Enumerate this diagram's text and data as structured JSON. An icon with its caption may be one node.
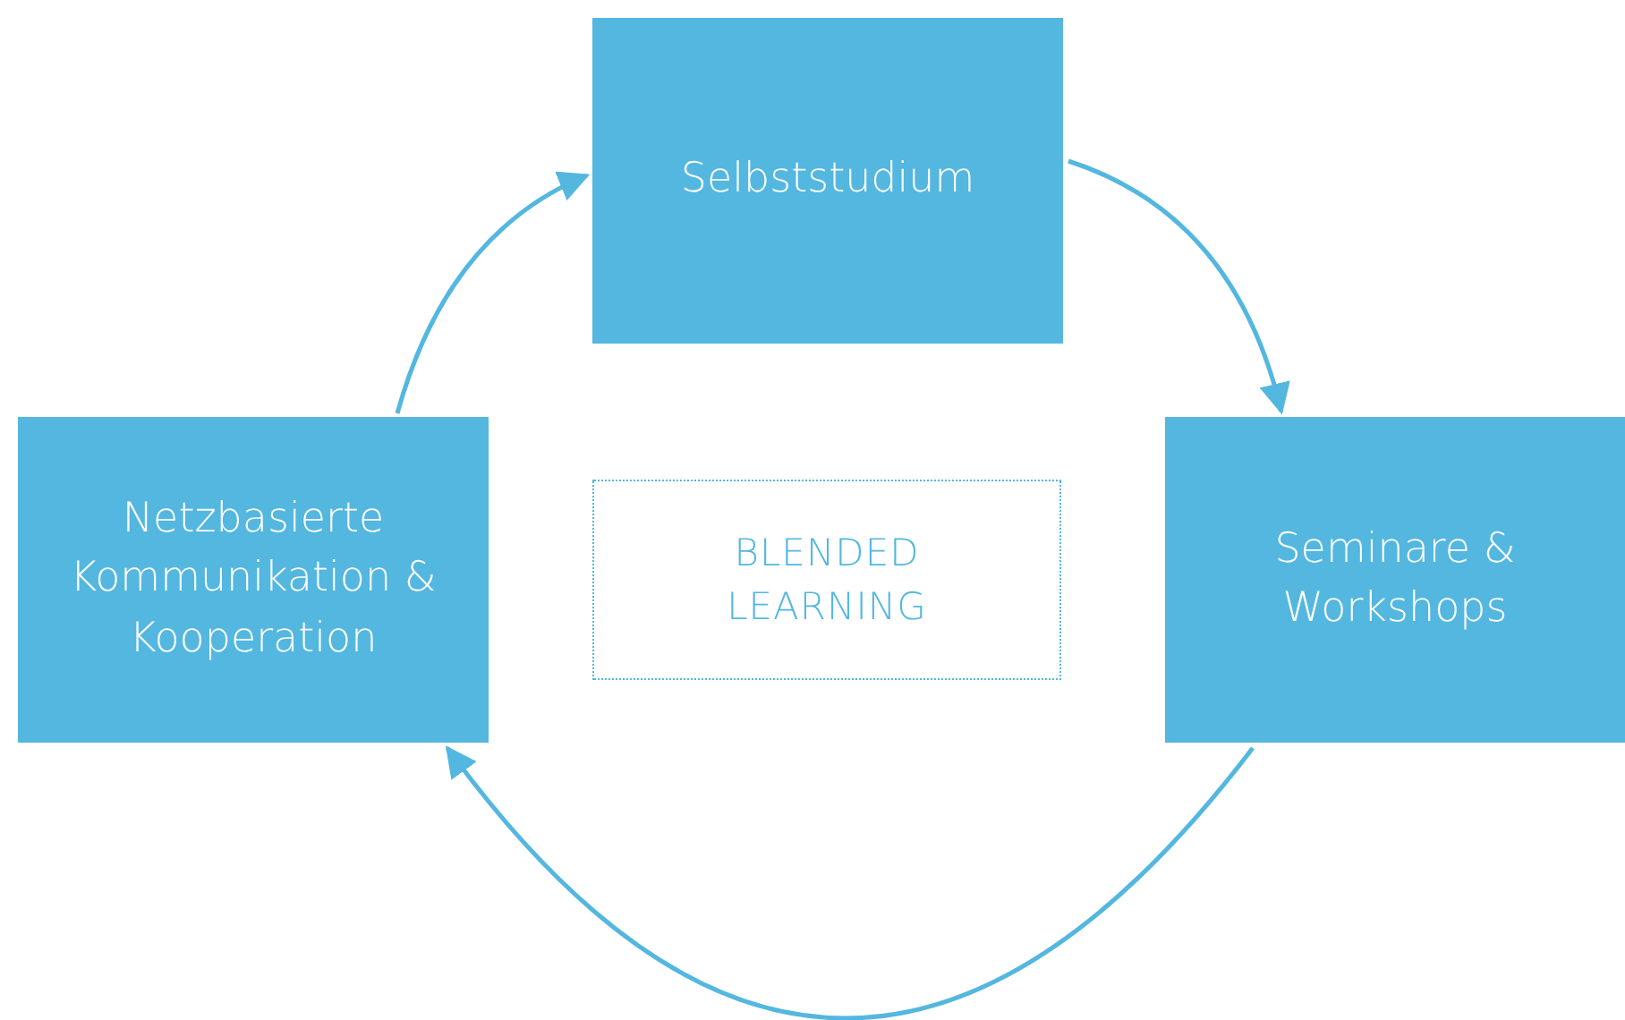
{
  "diagram": {
    "nodes": [
      {
        "text": [
          "Selbststudium"
        ]
      },
      {
        "text": [
          "Seminare & Workshops"
        ]
      },
      {
        "text": [
          "Netzbasierte Kommunikation & Kooperation"
        ]
      },
      {
        "text": [
          "BLENDED LEARNING"
        ]
      }
    ],
    "edges": [
      {
        "from": 0,
        "to": 1,
        "arrow": "to"
      },
      {
        "from": 1,
        "to": 2,
        "arrow": "to"
      },
      {
        "from": 2,
        "to": 0,
        "arrow": "to"
      }
    ]
  }
}
